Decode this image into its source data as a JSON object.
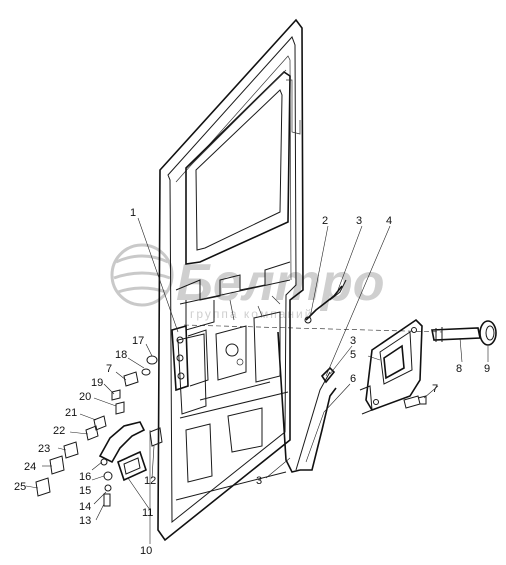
{
  "watermark": {
    "brand": "Белтро",
    "subtitle": "группа компаний"
  },
  "callouts": [
    {
      "id": "c1",
      "text": "1"
    },
    {
      "id": "c2",
      "text": "2"
    },
    {
      "id": "c3a",
      "text": "3"
    },
    {
      "id": "c4",
      "text": "4"
    },
    {
      "id": "c3b",
      "text": "3"
    },
    {
      "id": "c5",
      "text": "5"
    },
    {
      "id": "c6",
      "text": "6"
    },
    {
      "id": "c7r",
      "text": "7"
    },
    {
      "id": "c8",
      "text": "8"
    },
    {
      "id": "c9",
      "text": "9"
    },
    {
      "id": "c3c",
      "text": "3"
    },
    {
      "id": "c17",
      "text": "17"
    },
    {
      "id": "c18",
      "text": "18"
    },
    {
      "id": "c7l",
      "text": "7"
    },
    {
      "id": "c19",
      "text": "19"
    },
    {
      "id": "c20",
      "text": "20"
    },
    {
      "id": "c21",
      "text": "21"
    },
    {
      "id": "c22",
      "text": "22"
    },
    {
      "id": "c23",
      "text": "23"
    },
    {
      "id": "c24",
      "text": "24"
    },
    {
      "id": "c25",
      "text": "25"
    },
    {
      "id": "c16",
      "text": "16"
    },
    {
      "id": "c15",
      "text": "15"
    },
    {
      "id": "c14",
      "text": "14"
    },
    {
      "id": "c13",
      "text": "13"
    },
    {
      "id": "c12",
      "text": "12"
    },
    {
      "id": "c11",
      "text": "11"
    },
    {
      "id": "c10",
      "text": "10"
    }
  ]
}
